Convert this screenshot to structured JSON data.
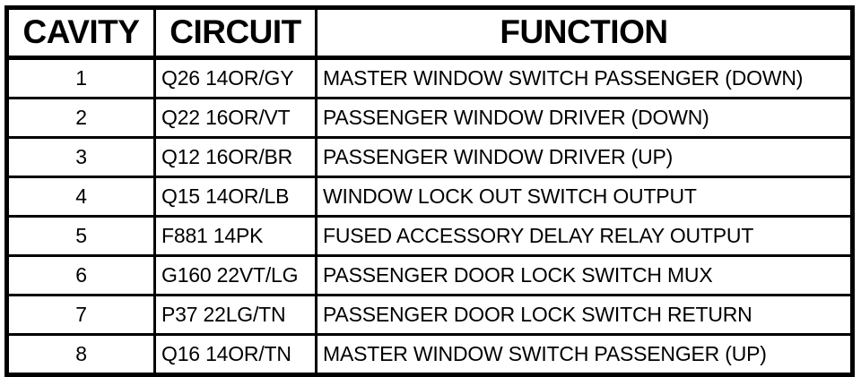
{
  "table": {
    "columns": [
      {
        "key": "cavity",
        "label": "CAVITY"
      },
      {
        "key": "circuit",
        "label": "CIRCUIT"
      },
      {
        "key": "function",
        "label": "FUNCTION"
      }
    ],
    "rows": [
      {
        "cavity": "1",
        "circuit": "Q26 14OR/GY",
        "function": "MASTER WINDOW SWITCH PASSENGER (DOWN)"
      },
      {
        "cavity": "2",
        "circuit": "Q22 16OR/VT",
        "function": "PASSENGER WINDOW DRIVER (DOWN)"
      },
      {
        "cavity": "3",
        "circuit": "Q12 16OR/BR",
        "function": "PASSENGER WINDOW DRIVER (UP)"
      },
      {
        "cavity": "4",
        "circuit": "Q15 14OR/LB",
        "function": "WINDOW LOCK OUT SWITCH OUTPUT"
      },
      {
        "cavity": "5",
        "circuit": "F881 14PK",
        "function": "FUSED ACCESSORY DELAY RELAY OUTPUT"
      },
      {
        "cavity": "6",
        "circuit": "G160 22VT/LG",
        "function": "PASSENGER DOOR LOCK SWITCH MUX"
      },
      {
        "cavity": "7",
        "circuit": "P37 22LG/TN",
        "function": "PASSENGER DOOR LOCK SWITCH RETURN"
      },
      {
        "cavity": "8",
        "circuit": "Q16 14OR/TN",
        "function": "MASTER WINDOW SWITCH PASSENGER (UP)"
      }
    ]
  },
  "style": {
    "border_color": "#000000",
    "background_color": "#ffffff",
    "text_color": "#000000"
  }
}
